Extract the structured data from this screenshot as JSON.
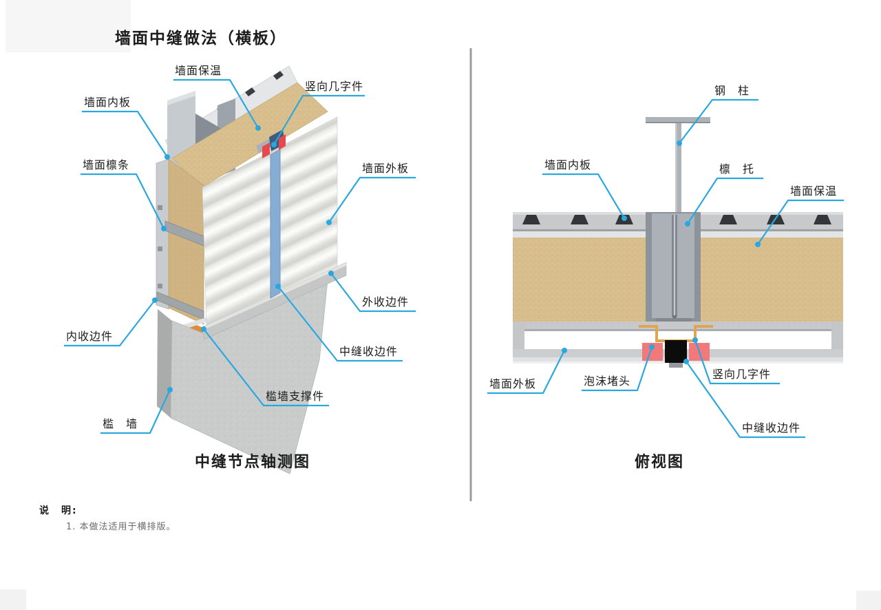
{
  "title": "墙面中缝做法（横板）",
  "colors": {
    "leader_line": "#2AA7DF",
    "insulation_tan": "#D9BF8E",
    "steel_gray": "#ABB1B7",
    "concrete_gray": "#C9CCCB",
    "seam_strip_blue": "#88ADD3",
    "foam_red": "#E6484B",
    "foam_pink": "#F1797B",
    "bracket_orange": "#E0A64F",
    "seam_black": "#0C0C0C"
  },
  "left_diagram": {
    "caption": "中缝节点轴测图",
    "labels": {
      "wall_insulation": "墙面保温",
      "vertical_u_piece": "竖向几字件",
      "wall_inner_panel": "墙面内板",
      "wall_purlin": "墙面檩条",
      "wall_outer_panel": "墙面外板",
      "outer_trim": "外收边件",
      "inner_trim": "内收边件",
      "mid_seam_trim": "中缝收边件",
      "sill_wall_support": "槛墙支撑件",
      "sill_wall": "槛　墙"
    }
  },
  "right_diagram": {
    "caption": "俯视图",
    "labels": {
      "steel_column": "钢　柱",
      "wall_inner_panel": "墙面内板",
      "purlin_bracket": "檩　托",
      "wall_insulation": "墙面保温",
      "wall_outer_panel": "墙面外板",
      "foam_plug": "泡沫堵头",
      "vertical_u_piece": "竖向几字件",
      "mid_seam_trim": "中缝收边件"
    }
  },
  "notes": {
    "heading": "说　明:",
    "items": [
      "1. 本做法适用于横排版。"
    ]
  }
}
